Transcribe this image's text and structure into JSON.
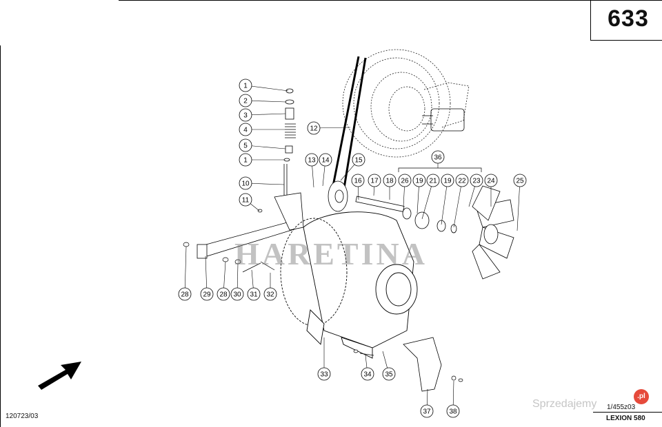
{
  "header": {
    "page_number": "633"
  },
  "footer": {
    "doc_code": "120723/03",
    "drawing_ref": "1/455z03",
    "model": "LEXION 580"
  },
  "watermark": {
    "text": "HARETINA",
    "site": "Sprzedajemy",
    "badge": ".pl"
  },
  "callouts": [
    "1",
    "2",
    "3",
    "4",
    "5",
    "1",
    "10",
    "11",
    "12",
    "13",
    "14",
    "15",
    "16",
    "17",
    "18",
    "26",
    "19",
    "21",
    "19",
    "22",
    "23",
    "24",
    "25",
    "36",
    "28",
    "29",
    "28",
    "30",
    "31",
    "32",
    "33",
    "34",
    "35",
    "37",
    "38"
  ],
  "colors": {
    "line": "#000000",
    "watermark": "#888888",
    "badge": "#e64a3b"
  }
}
